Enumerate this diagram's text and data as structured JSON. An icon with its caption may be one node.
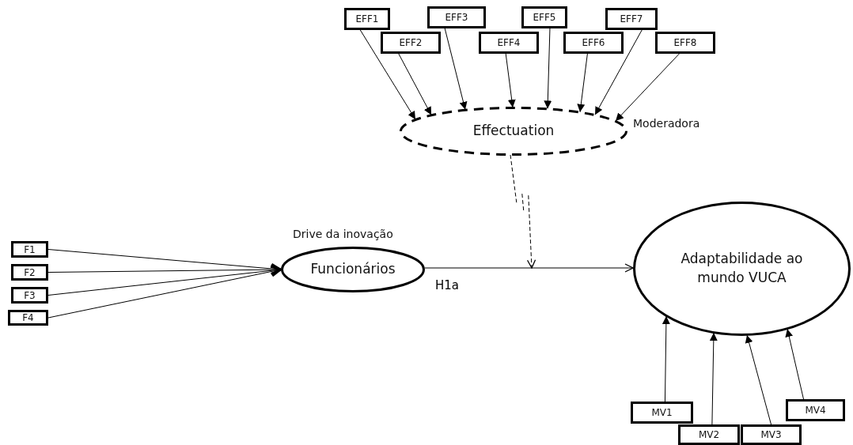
{
  "diagram": {
    "nodes": [
      {
        "text": [
          "EFF1"
        ]
      },
      {
        "text": [
          "EFF2"
        ]
      },
      {
        "text": [
          "EFF3"
        ]
      },
      {
        "text": [
          "EFF4"
        ]
      },
      {
        "text": [
          "EFF5"
        ]
      },
      {
        "text": [
          "EFF6"
        ]
      },
      {
        "text": [
          "EFF7"
        ]
      },
      {
        "text": [
          "EFF8"
        ]
      },
      {
        "text": [
          "Effectuation"
        ],
        "beside": [
          "Moderadora"
        ]
      },
      {
        "text": [
          "F1"
        ]
      },
      {
        "text": [
          "F2"
        ]
      },
      {
        "text": [
          "F3"
        ]
      },
      {
        "text": [
          "F4"
        ]
      },
      {
        "text": [
          "Funcionários"
        ],
        "beside": [
          "Drive da inovação"
        ]
      },
      {
        "text": [
          "Adaptabilidade ao mundo VUCA"
        ]
      },
      {
        "text": [
          "MV1"
        ]
      },
      {
        "text": [
          "MV2"
        ]
      },
      {
        "text": [
          "MV3"
        ]
      },
      {
        "text": [
          "MV4"
        ]
      }
    ],
    "edges": [
      {
        "from": 0,
        "to": 8,
        "arrow": "to"
      },
      {
        "from": 1,
        "to": 8,
        "arrow": "to"
      },
      {
        "from": 2,
        "to": 8,
        "arrow": "to"
      },
      {
        "from": 3,
        "to": 8,
        "arrow": "to"
      },
      {
        "from": 4,
        "to": 8,
        "arrow": "to"
      },
      {
        "from": 5,
        "to": 8,
        "arrow": "to"
      },
      {
        "from": 6,
        "to": 8,
        "arrow": "to"
      },
      {
        "from": 7,
        "to": 8,
        "arrow": "to"
      },
      {
        "from": 9,
        "to": 13,
        "arrow": "to"
      },
      {
        "from": 10,
        "to": 13,
        "arrow": "to"
      },
      {
        "from": 11,
        "to": 13,
        "arrow": "to"
      },
      {
        "from": 12,
        "to": 13,
        "arrow": "to"
      },
      {
        "from": 13,
        "to": 14,
        "arrow": "to",
        "label": "H1a"
      },
      {
        "from": 8,
        "to": null,
        "arrow": "to",
        "style": "dashed"
      },
      {
        "from": 15,
        "to": 14,
        "arrow": "to"
      },
      {
        "from": 16,
        "to": 14,
        "arrow": "to"
      },
      {
        "from": 17,
        "to": 14,
        "arrow": "to"
      },
      {
        "from": 18,
        "to": 14,
        "arrow": "to"
      }
    ]
  }
}
